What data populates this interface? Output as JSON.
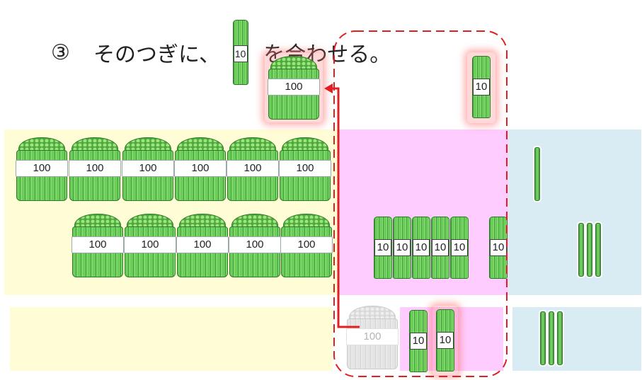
{
  "instruction": {
    "number_text": "③",
    "before_text": "そのつぎに、",
    "after_text": "を合わせる。",
    "inline_bundle_label": "10"
  },
  "bundle_labels": {
    "hundred": "100",
    "ten": "10"
  },
  "colors": {
    "hundreds_zone": "#fffdd6",
    "tens_zone": "#ffccff",
    "ones_zone": "#daecf3",
    "highlight": "#ff6e6e",
    "dashed_outline": "#e02020",
    "arrow": "#e02020"
  }
}
